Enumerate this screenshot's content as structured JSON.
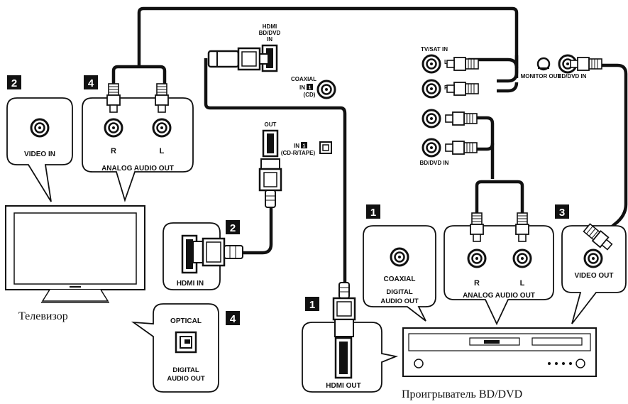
{
  "devices": {
    "tv": "Телевизор",
    "player": "Проигрыватель BD/DVD"
  },
  "markers": [
    "1",
    "2",
    "3",
    "4"
  ],
  "receiver": {
    "hdmi_in": "HDMI",
    "hdmi_in_sub": "BD/DVD",
    "hdmi_in_sub2": "IN",
    "coaxial": "COAXIAL",
    "coaxial_in": "IN",
    "coaxial_in_num": "1",
    "coaxial_cd": "(CD)",
    "hdmi_out": "OUT",
    "optical_in": "IN",
    "optical_in_num": "1",
    "optical_cd": "(CD-R/TAPE)",
    "tvsat_in": "TV/SAT IN",
    "l": "L",
    "r": "R",
    "monitor_out": "MONITOR OUT",
    "bddvd_in": "BD/DVD IN",
    "bddvd_in2": "BD/DVD IN"
  },
  "tv_callouts": {
    "video_in": "VIDEO IN",
    "analog_r": "R",
    "analog_l": "L",
    "analog_audio_out": "ANALOG AUDIO OUT",
    "hdmi_in": "HDMI IN",
    "optical": "OPTICAL",
    "digital": "DIGITAL",
    "audio_out": "AUDIO OUT"
  },
  "player_callouts": {
    "coaxial": "COAXIAL",
    "digital": "DIGITAL",
    "audio_out": "AUDIO OUT",
    "analog_r": "R",
    "analog_l": "L",
    "analog_audio_out": "ANALOG AUDIO OUT",
    "video_out": "VIDEO OUT",
    "hdmi_out": "HDMI OUT"
  }
}
